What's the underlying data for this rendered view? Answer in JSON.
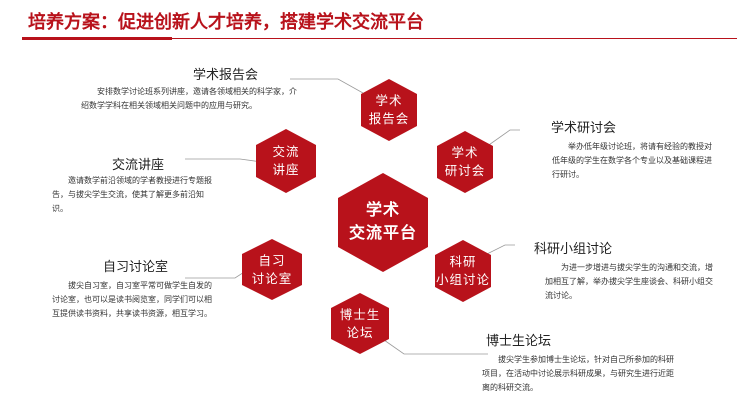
{
  "page": {
    "title": "培养方案：促进创新人才培养，搭建学术交流平台"
  },
  "colors": {
    "primary": "#b8121b",
    "line": "#9a9a9a",
    "text": "#222222"
  },
  "center": {
    "text": "学术\n交流平台"
  },
  "items": [
    {
      "id": "report",
      "hex_text": "学术\n报告会",
      "title": "学术报告会",
      "desc": "安排数学讨论班系列讲座，邀请各领域相关的科学家，介绍数学学科在相关领域相关问题中的应用与研究。"
    },
    {
      "id": "seminar",
      "hex_text": "学术\n研讨会",
      "title": "学术研讨会",
      "desc": "举办低年级讨论班，将请有经验的教授对低年级的学生在数学各个专业以及基础课程进行研讨。"
    },
    {
      "id": "group",
      "hex_text": "科研\n小组讨论",
      "title": "科研小组讨论",
      "desc": "为进一步增进与拔尖学生的沟通和交流，增加相互了解，举办拔尖学生座谈会、科研小组交流讨论。"
    },
    {
      "id": "phd",
      "hex_text": "博士生\n论坛",
      "title": "博士生论坛",
      "desc": "拔尖学生参加博士生论坛，针对自己所参加的科研项目，在活动中讨论展示科研成果，与研究生进行近距离的科研交流。"
    },
    {
      "id": "study",
      "hex_text": "自习\n讨论室",
      "title": "自习讨论室",
      "desc": "拔尖自习室，自习室平常可做学生自发的讨论室，也可以是读书阅览室，同学们可以相互提供读书资料，共享读书资源，相互学习。"
    },
    {
      "id": "lecture",
      "hex_text": "交流\n讲座",
      "title": "交流讲座",
      "desc": "邀请数学前沿领域的学者教授进行专题报告，与拔尖学生交流，使其了解更多前沿知识。"
    }
  ]
}
